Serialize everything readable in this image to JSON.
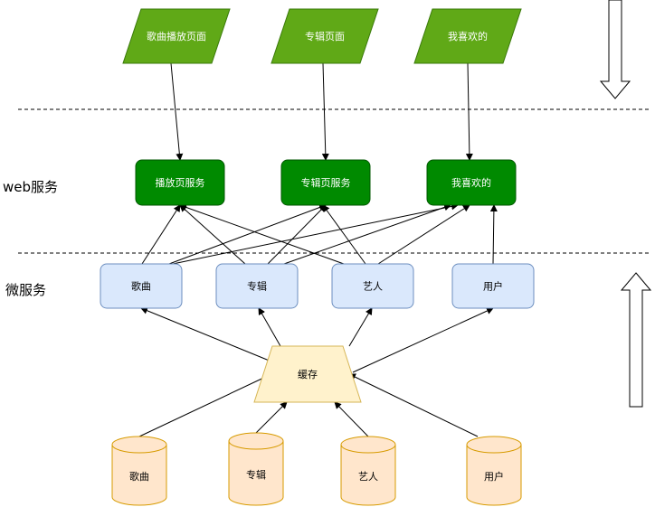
{
  "layers": {
    "web": "web服务",
    "micro": "微服务"
  },
  "pages": [
    {
      "id": "p1",
      "label": "歌曲播放页面"
    },
    {
      "id": "p2",
      "label": "专辑页面"
    },
    {
      "id": "p3",
      "label": "我喜欢的"
    }
  ],
  "web_services": [
    {
      "id": "w1",
      "label": "播放页服务"
    },
    {
      "id": "w2",
      "label": "专辑页服务"
    },
    {
      "id": "w3",
      "label": "我喜欢的"
    }
  ],
  "micro_services": [
    {
      "id": "m1",
      "label": "歌曲"
    },
    {
      "id": "m2",
      "label": "专辑"
    },
    {
      "id": "m3",
      "label": "艺人"
    },
    {
      "id": "m4",
      "label": "用户"
    }
  ],
  "cache": {
    "label": "缓存"
  },
  "databases": [
    {
      "id": "d1",
      "label": "歌曲"
    },
    {
      "id": "d2",
      "label": "专辑"
    },
    {
      "id": "d3",
      "label": "艺人"
    },
    {
      "id": "d4",
      "label": "用户"
    }
  ],
  "edges": [
    [
      "p1",
      "w1"
    ],
    [
      "p2",
      "w2"
    ],
    [
      "p3",
      "w3"
    ],
    [
      "m1",
      "w1"
    ],
    [
      "m1",
      "w2"
    ],
    [
      "m1",
      "w3"
    ],
    [
      "m2",
      "w1"
    ],
    [
      "m2",
      "w2"
    ],
    [
      "m2",
      "w3"
    ],
    [
      "m3",
      "w1"
    ],
    [
      "m3",
      "w2"
    ],
    [
      "m3",
      "w3"
    ],
    [
      "m4",
      "w3"
    ],
    [
      "cache",
      "m1"
    ],
    [
      "cache",
      "m2"
    ],
    [
      "cache",
      "m3"
    ],
    [
      "cache",
      "m4"
    ],
    [
      "d1",
      "cache"
    ],
    [
      "d2",
      "cache"
    ],
    [
      "d3",
      "cache"
    ],
    [
      "d4",
      "cache"
    ]
  ],
  "colors": {
    "page_fill": "#60a917",
    "web_fill": "#008a00",
    "web_stroke": "#005700",
    "micro_fill": "#dae8fc",
    "micro_stroke": "#6c8ebf",
    "cache_fill": "#fff2cc",
    "cache_stroke": "#d6b656",
    "db_fill": "#ffe6cc",
    "db_stroke": "#d79b00"
  }
}
